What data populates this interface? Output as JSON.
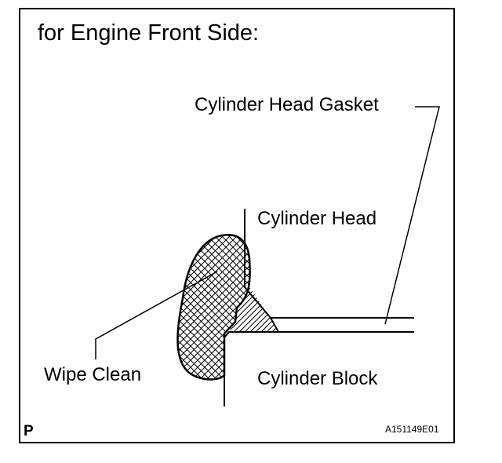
{
  "title": "for Engine Front Side:",
  "labels": {
    "cylinder_head_gasket": "Cylinder Head Gasket",
    "cylinder_head": "Cylinder Head",
    "wipe_clean": "Wipe Clean",
    "cylinder_block": "Cylinder Block"
  },
  "page_mark": "P",
  "figure_code": "A151149E01",
  "colors": {
    "line": "#000000",
    "background": "#ffffff"
  }
}
